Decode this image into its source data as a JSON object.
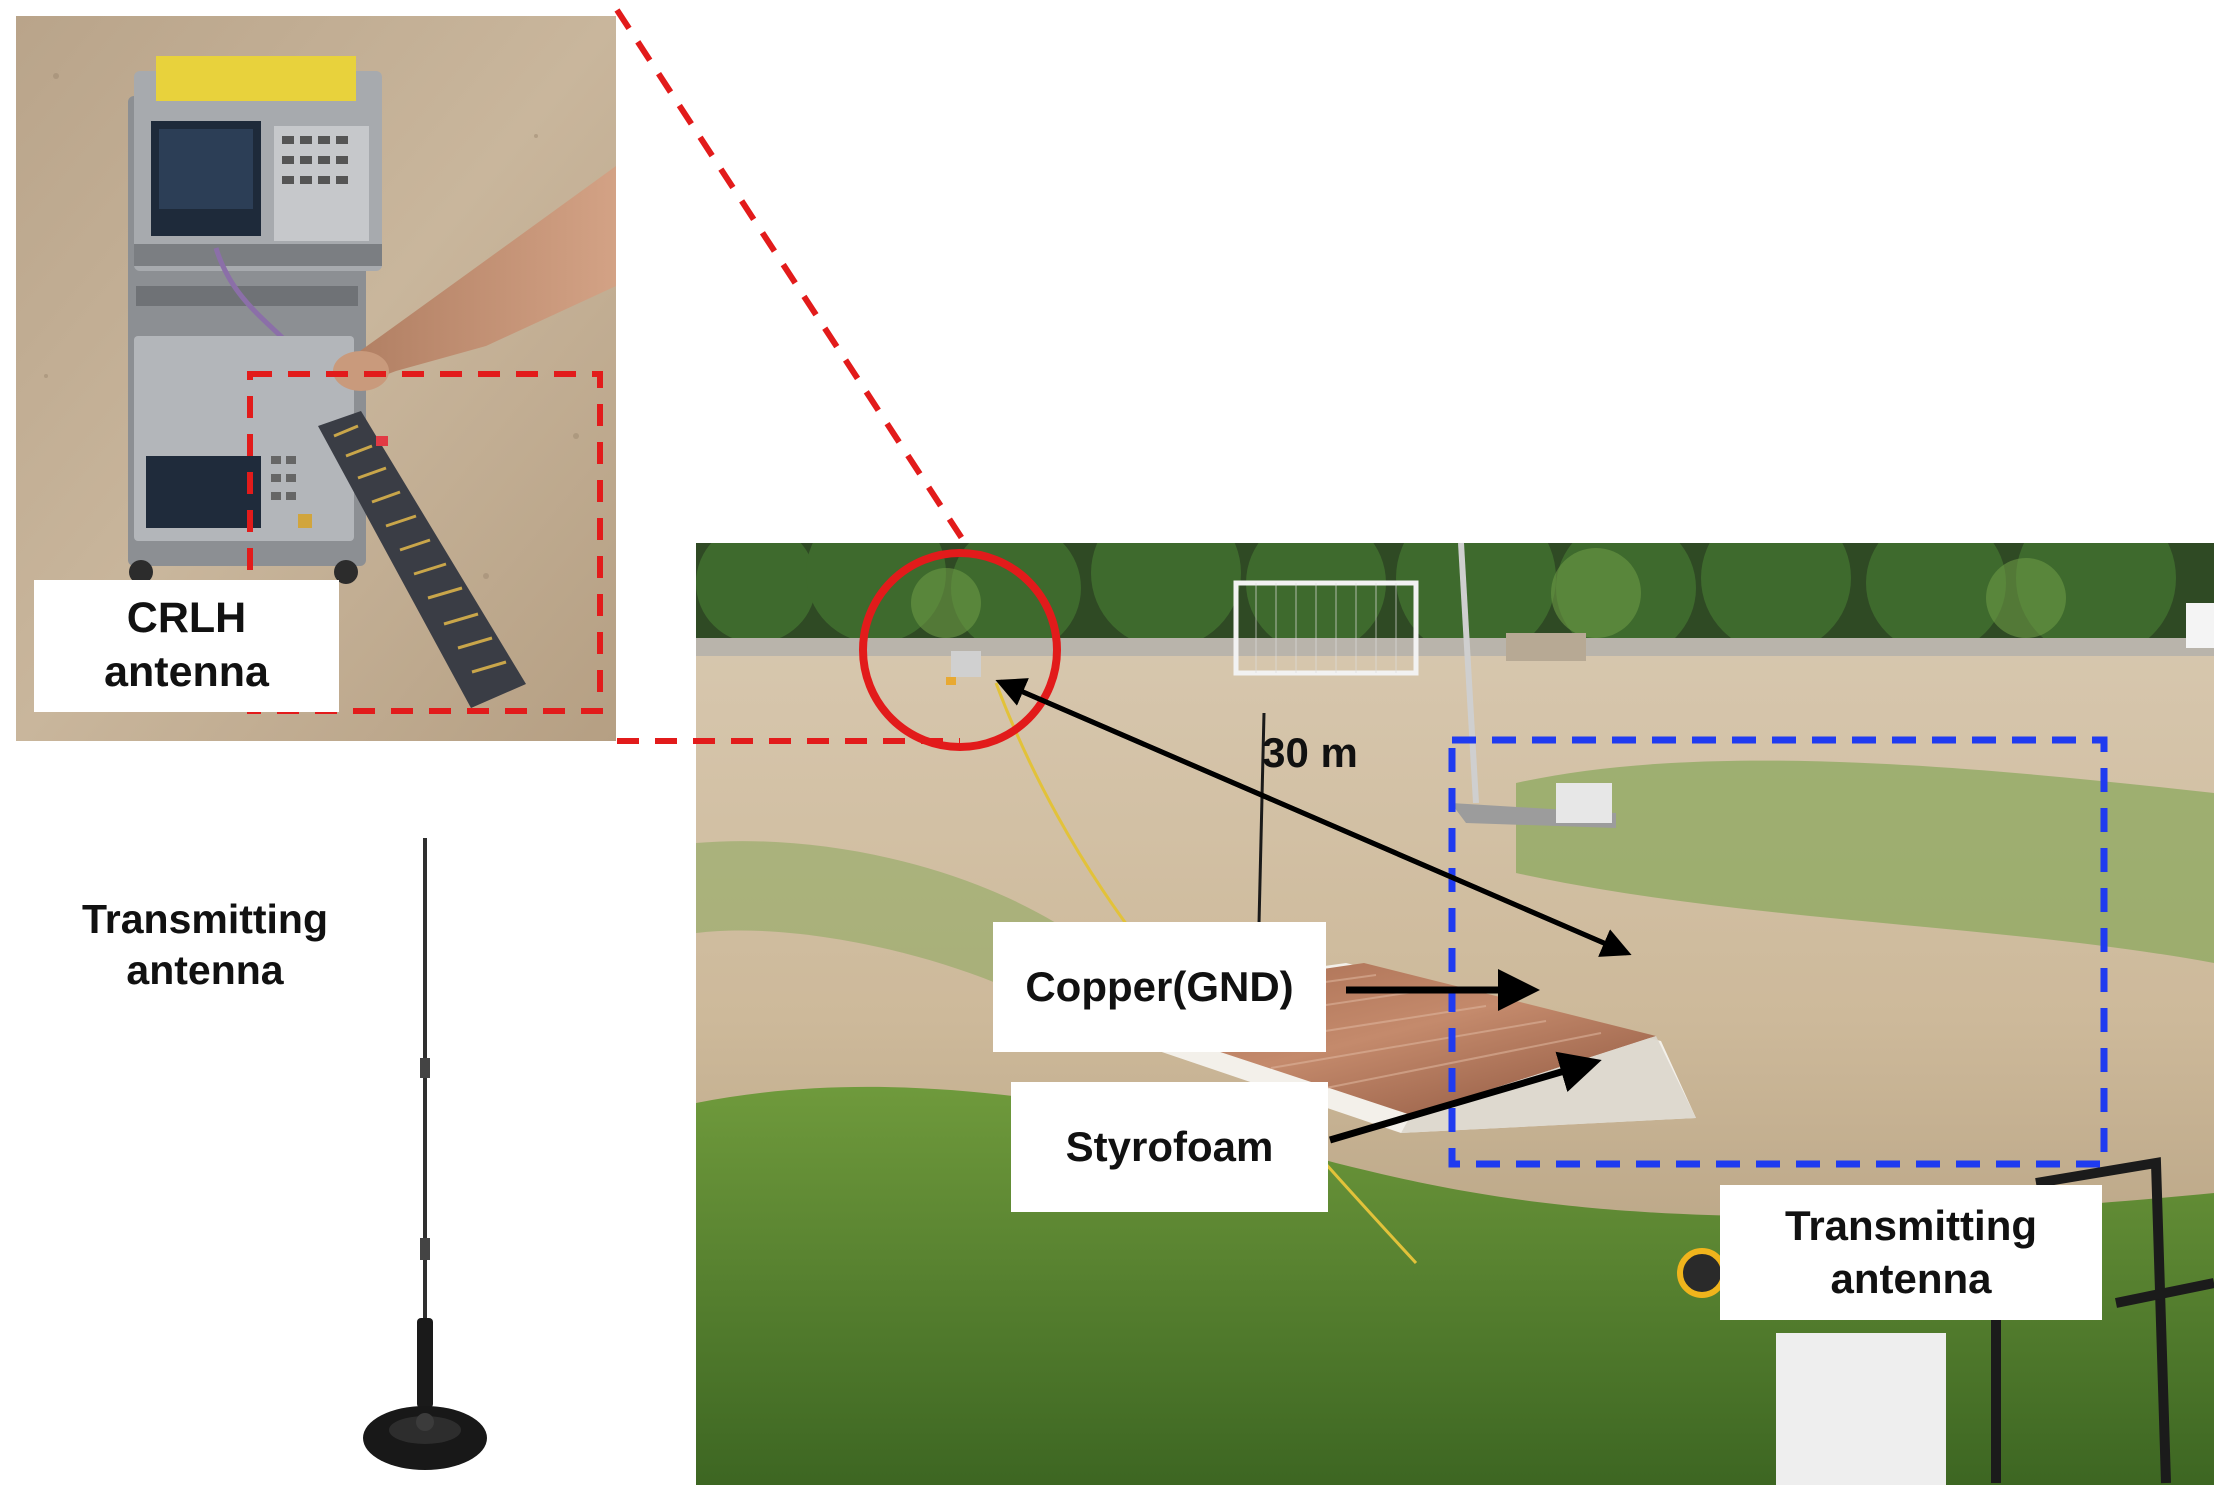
{
  "labels": {
    "crlh": {
      "line1": "CRLH",
      "line2": "antenna"
    },
    "tx_left": {
      "line1": "Transmitting",
      "line2": "antenna"
    },
    "distance": "30 m",
    "copper": "Copper(GND)",
    "styrofoam": "Styrofoam",
    "tx_right": {
      "line1": "Transmitting",
      "line2": "antenna"
    }
  },
  "colors": {
    "red_callout": "#e21b1b",
    "blue_box": "#1f3bf0",
    "arrow": "#000000"
  }
}
